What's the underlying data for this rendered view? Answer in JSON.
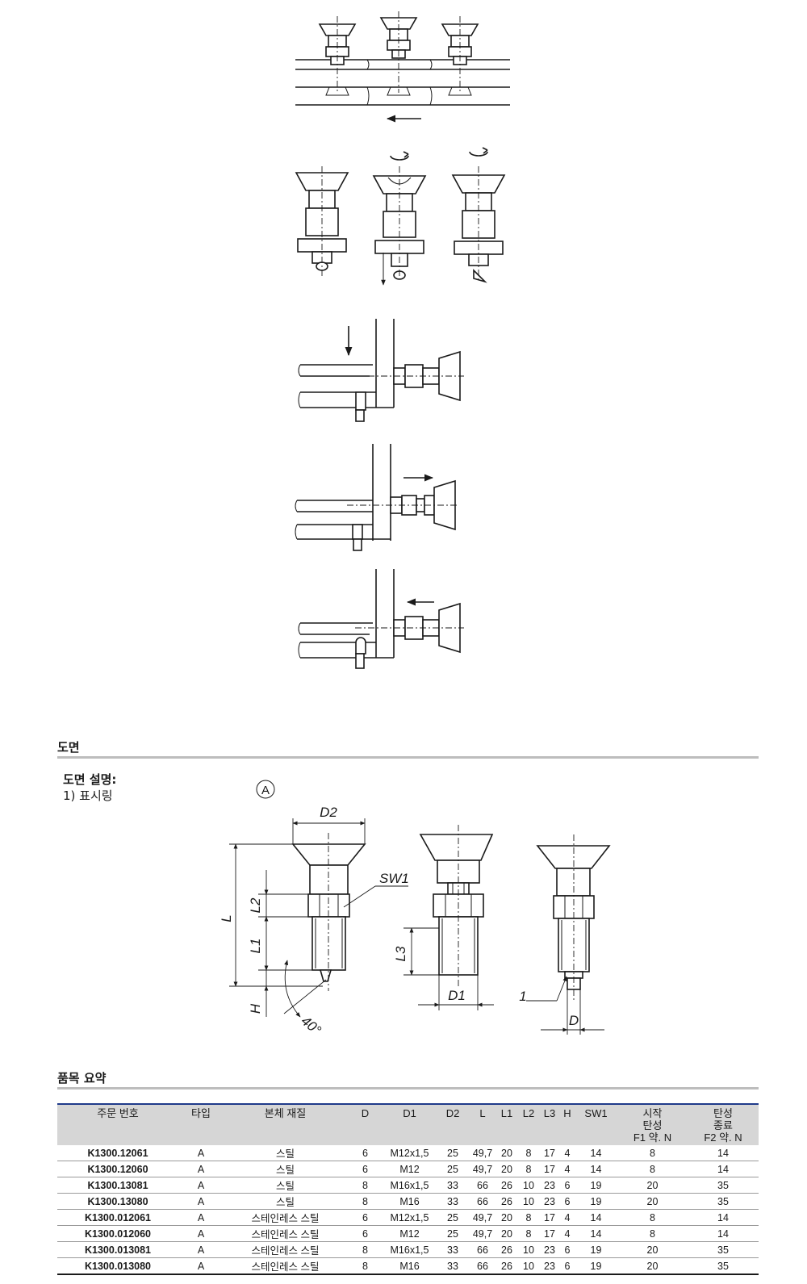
{
  "sections": {
    "drawing_title": "도면",
    "summary_title": "품목 요약"
  },
  "legend": {
    "heading": "도면 설명:",
    "item1": "1) 표시링"
  },
  "drawing_labels": {
    "circle_marker": "A",
    "D2": "D2",
    "SW1": "SW1",
    "L": "L",
    "L2": "L2",
    "L1": "L1",
    "H": "H",
    "angle": "40°",
    "L3": "L3",
    "D1": "D1",
    "one": "1",
    "D": "D"
  },
  "table": {
    "headers": [
      "주문 번호",
      "타입",
      "본체 재질",
      "D",
      "D1",
      "D2",
      "L",
      "L1",
      "L2",
      "L3",
      "H",
      "SW1",
      "시작\n탄성\nF1 약. N",
      "탄성\n종료\nF2 약. N"
    ],
    "rows": [
      [
        "K1300.12061",
        "A",
        "스틸",
        "6",
        "M12x1,5",
        "25",
        "49,7",
        "20",
        "8",
        "17",
        "4",
        "14",
        "8",
        "14"
      ],
      [
        "K1300.12060",
        "A",
        "스틸",
        "6",
        "M12",
        "25",
        "49,7",
        "20",
        "8",
        "17",
        "4",
        "14",
        "8",
        "14"
      ],
      [
        "K1300.13081",
        "A",
        "스틸",
        "8",
        "M16x1,5",
        "33",
        "66",
        "26",
        "10",
        "23",
        "6",
        "19",
        "20",
        "35"
      ],
      [
        "K1300.13080",
        "A",
        "스틸",
        "8",
        "M16",
        "33",
        "66",
        "26",
        "10",
        "23",
        "6",
        "19",
        "20",
        "35"
      ],
      [
        "K1300.012061",
        "A",
        "스테인레스 스틸",
        "6",
        "M12x1,5",
        "25",
        "49,7",
        "20",
        "8",
        "17",
        "4",
        "14",
        "8",
        "14"
      ],
      [
        "K1300.012060",
        "A",
        "스테인레스 스틸",
        "6",
        "M12",
        "25",
        "49,7",
        "20",
        "8",
        "17",
        "4",
        "14",
        "8",
        "14"
      ],
      [
        "K1300.013081",
        "A",
        "스테인레스 스틸",
        "8",
        "M16x1,5",
        "33",
        "66",
        "26",
        "10",
        "23",
        "6",
        "19",
        "20",
        "35"
      ],
      [
        "K1300.013080",
        "A",
        "스테인레스 스틸",
        "8",
        "M16",
        "33",
        "66",
        "26",
        "10",
        "23",
        "6",
        "19",
        "20",
        "35"
      ]
    ]
  }
}
